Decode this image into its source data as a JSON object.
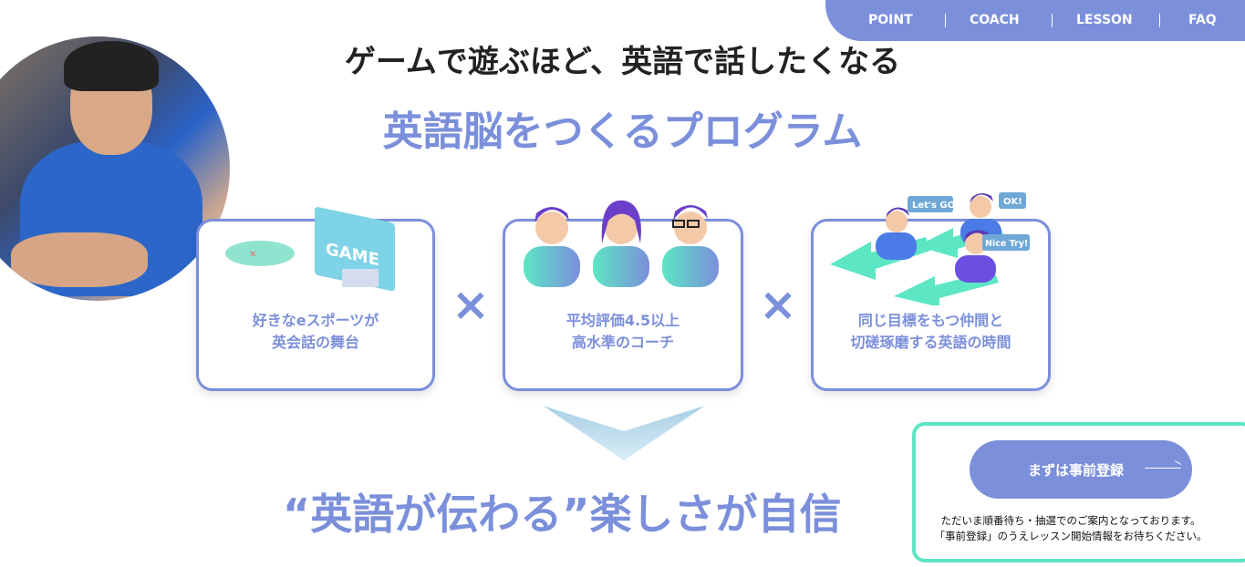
{
  "nav": {
    "items": [
      "POINT",
      "COACH",
      "LESSON",
      "FAQ"
    ]
  },
  "hero": {
    "headline": "ゲームで遊ぶほど、英語で話したくなる",
    "subheadline": "英語脳をつくるプログラム",
    "conclusion": "“英語が伝わる”楽しさが自信"
  },
  "cards": [
    {
      "line1": "好きなeスポーツが",
      "line2": "英会話の舞台",
      "art_text": "GAME"
    },
    {
      "line1": "平均評価4.5以上",
      "line2": "高水準のコーチ"
    },
    {
      "line1": "同じ目標をもつ仲間と",
      "line2": "切磋琢磨する英語の時間",
      "bubbles": [
        "Let's GO!",
        "OK!",
        "Nice Try!"
      ]
    }
  ],
  "operator": "×",
  "cta": {
    "button": "まずは事前登録",
    "note1": "ただいま順番待ち・抽選でのご案内となっております。",
    "note2": "「事前登録」のうえレッスン開始情報をお待ちください。"
  },
  "colors": {
    "accent": "#7b8fdb",
    "mint": "#5de6c4"
  }
}
